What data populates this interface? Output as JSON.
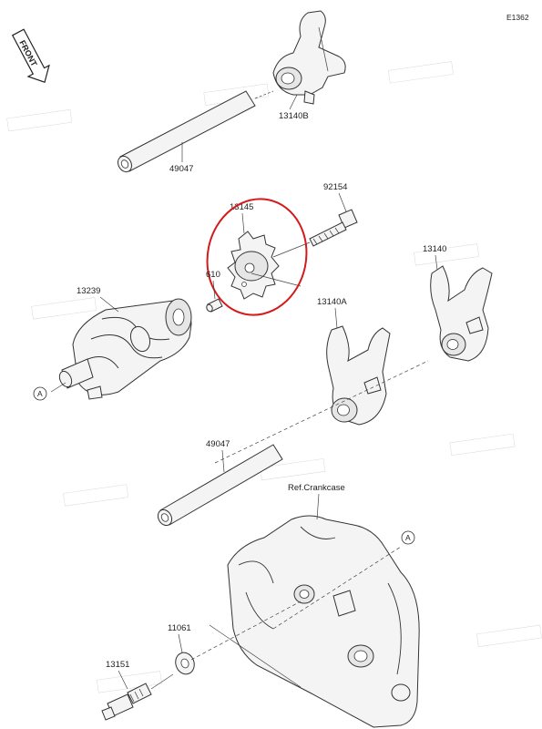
{
  "diagram_code": "E1362",
  "front_label": "FRONT",
  "ref_label": "Ref.Crankcase",
  "callout_a": "A",
  "highlight_color": "#d41a1a",
  "parts": {
    "p13140B": "13140B",
    "p49047_top": "49047",
    "p92154": "92154",
    "p13145": "13145",
    "p13140": "13140",
    "p610": "610",
    "p13239": "13239",
    "p13140A": "13140A",
    "p49047_mid": "49047",
    "p11061": "11061",
    "p13151": "13151"
  }
}
